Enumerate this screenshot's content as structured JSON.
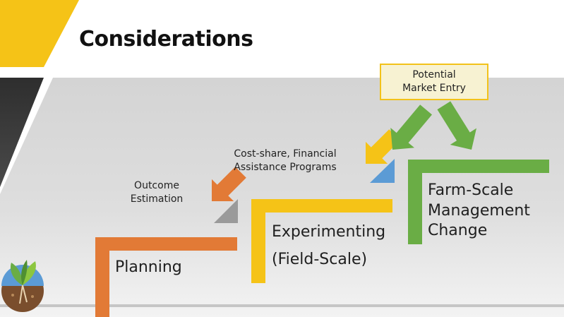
{
  "title": "Considerations",
  "steps": [
    {
      "label": "Planning",
      "color": "#e27a36"
    },
    {
      "label_line1": "Experimenting",
      "label_line2": "(Field-Scale)",
      "color": "#f5c317"
    },
    {
      "label_line1": "Farm-Scale",
      "label_line2": "Management",
      "label_line3": "Change",
      "color": "#6aad45"
    }
  ],
  "annotations": {
    "outcome": {
      "line1": "Outcome",
      "line2": "Estimation",
      "arrow_color": "#e27a36"
    },
    "cost_share": {
      "line1": "Cost-share, Financial",
      "line2": "Assistance Programs",
      "arrow_color": "#f5c317"
    },
    "market": {
      "line1": "Potential",
      "line2": "Market Entry",
      "arrow_color": "#6aad45"
    }
  },
  "colors": {
    "accent_yellow": "#f5c317",
    "dark_band": "#3a3a3a",
    "background_gray": "#d9d9d9",
    "box_fill": "#f7f2d2"
  }
}
